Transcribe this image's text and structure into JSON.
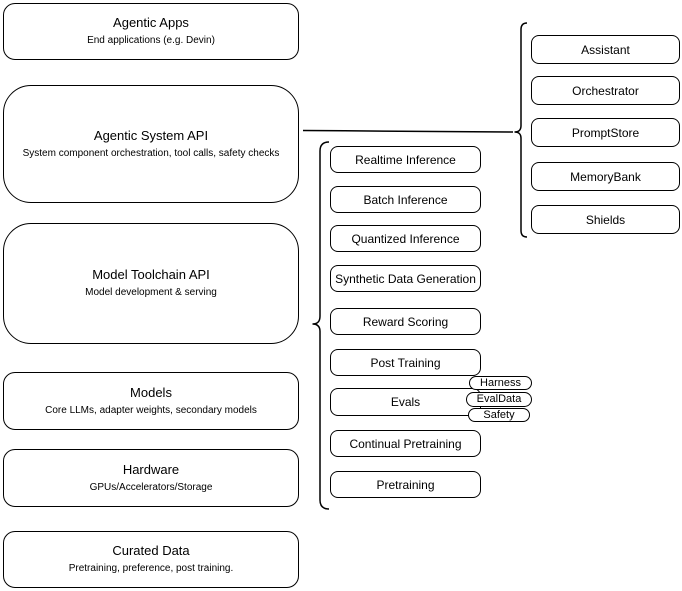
{
  "diagram": {
    "stack": [
      {
        "title": "Agentic Apps",
        "subtitle": "End applications (e.g. Devin)"
      },
      {
        "title": "Agentic System API",
        "subtitle": "System component orchestration, tool calls, safety checks"
      },
      {
        "title": "Model Toolchain API",
        "subtitle": "Model development & serving"
      },
      {
        "title": "Models",
        "subtitle": "Core LLMs, adapter weights, secondary models"
      },
      {
        "title": "Hardware",
        "subtitle": "GPUs/Accelerators/Storage"
      },
      {
        "title": "Curated Data",
        "subtitle": "Pretraining, preference, post training."
      }
    ],
    "toolchain_services": [
      "Realtime Inference",
      "Batch Inference",
      "Quantized Inference",
      "Synthetic Data Generation",
      "Reward Scoring",
      "Post Training",
      "Evals",
      "Continual Pretraining",
      "Pretraining"
    ],
    "eval_tags": [
      "Harness",
      "EvalData",
      "Safety"
    ],
    "system_components": [
      "Assistant",
      "Orchestrator",
      "PromptStore",
      "MemoryBank",
      "Shields"
    ],
    "colors": {
      "stroke": "#000000",
      "fill": "#ffffff",
      "background": "#ffffff"
    }
  }
}
